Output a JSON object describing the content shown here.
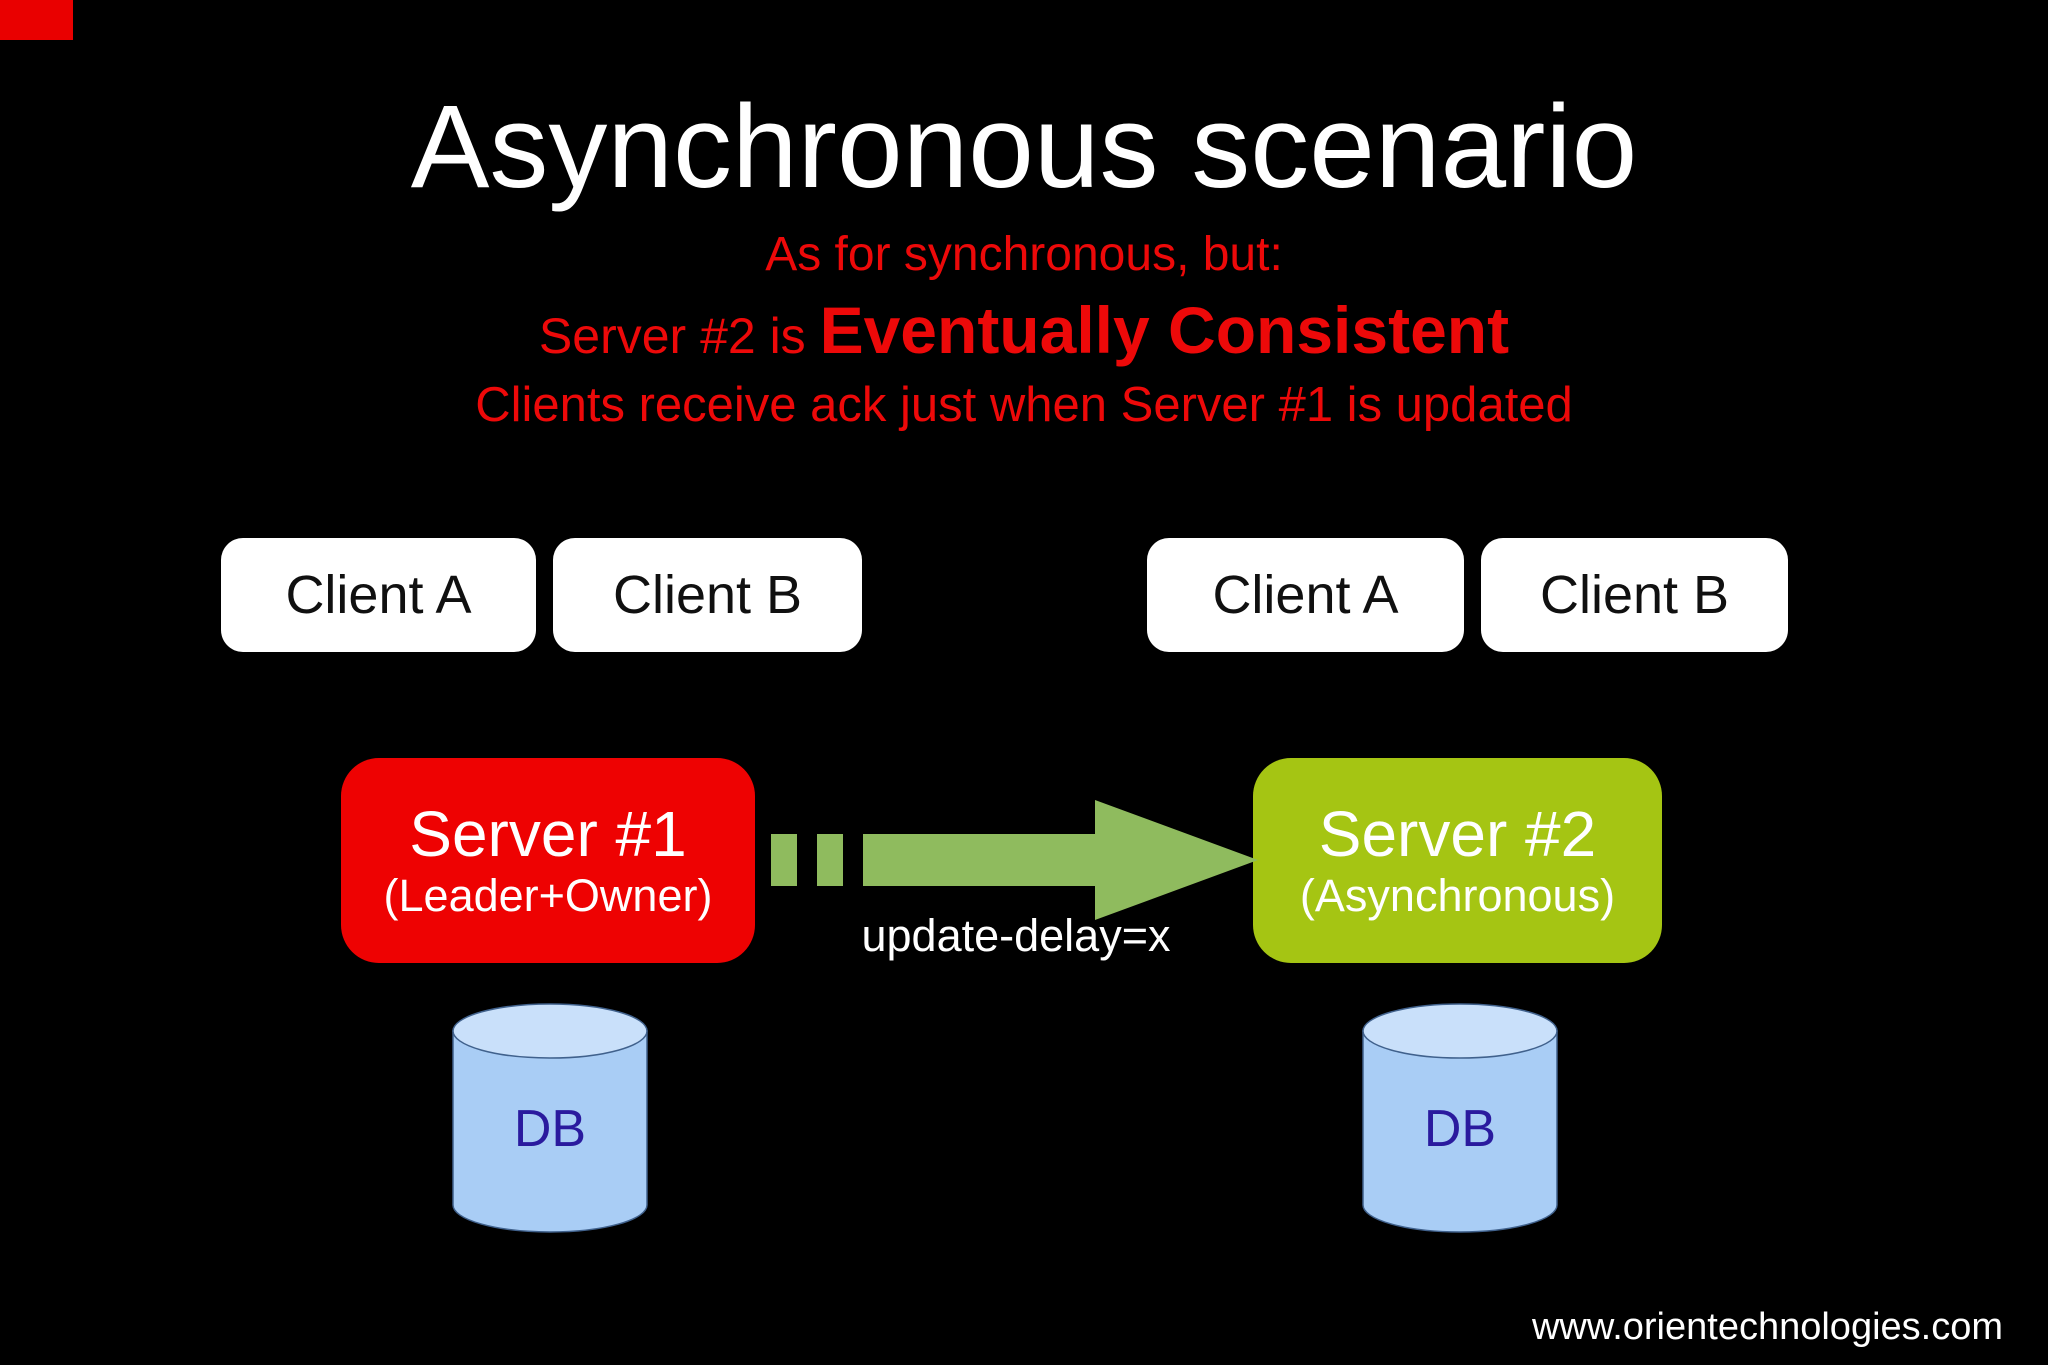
{
  "slide": {
    "title": "Asynchronous scenario",
    "subtitle_line1": "As for synchronous, but:",
    "subtitle_line2_prefix": "Server #2 is ",
    "subtitle_line2_emphasis": "Eventually Consistent",
    "subtitle_line3": "Clients receive ack just when Server #1 is updated",
    "watermark": "www.orientechnologies.com"
  },
  "left_cluster": {
    "client_a_label": "Client A",
    "client_b_label": "Client B",
    "server_name": "Server #1",
    "server_role": "(Leader+Owner)",
    "db_label": "DB"
  },
  "right_cluster": {
    "client_a_label": "Client A",
    "client_b_label": "Client B",
    "server_name": "Server #2",
    "server_role": "(Asynchronous)",
    "db_label": "DB"
  },
  "arrow": {
    "label": "update-delay=x"
  },
  "colors": {
    "background": "#000000",
    "title_white": "#ffffff",
    "text_red": "#ed0909",
    "server1_red": "#ee0202",
    "server2_green": "#a5c513",
    "arrow_green": "#8fbb5e",
    "client_box_bg": "#ffffff",
    "client_box_text": "#101010",
    "db_body": "#a9cdf5",
    "db_top": "#c9e0fa",
    "db_outline": "#40618c",
    "db_text": "#2a1a9e",
    "corner_red": "#e90000"
  }
}
